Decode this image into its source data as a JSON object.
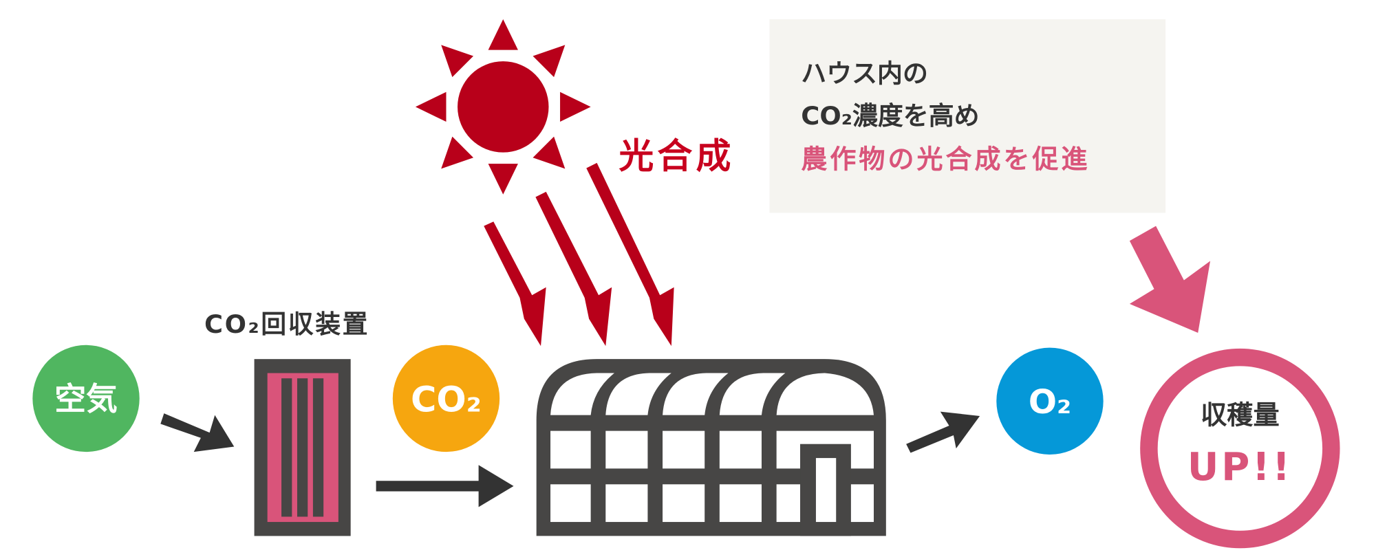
{
  "colors": {
    "dark": "#474645",
    "red": "#b8001a",
    "pink": "#d9547a",
    "green": "#50b660",
    "orange": "#f6a60f",
    "blue": "#0598d8",
    "box_bg": "#f5f4f0"
  },
  "photosynthesis_label": "光合成",
  "info_box": {
    "line1": "ハウス内の",
    "line2": "CO₂濃度を高め",
    "line3": "農作物の光合成を促進"
  },
  "air_label": "空気",
  "device_label": "CO₂回収装置",
  "co2_label": "CO₂",
  "o2_label": "O₂",
  "result": {
    "line1": "収穫量",
    "line2": "UP!!"
  }
}
